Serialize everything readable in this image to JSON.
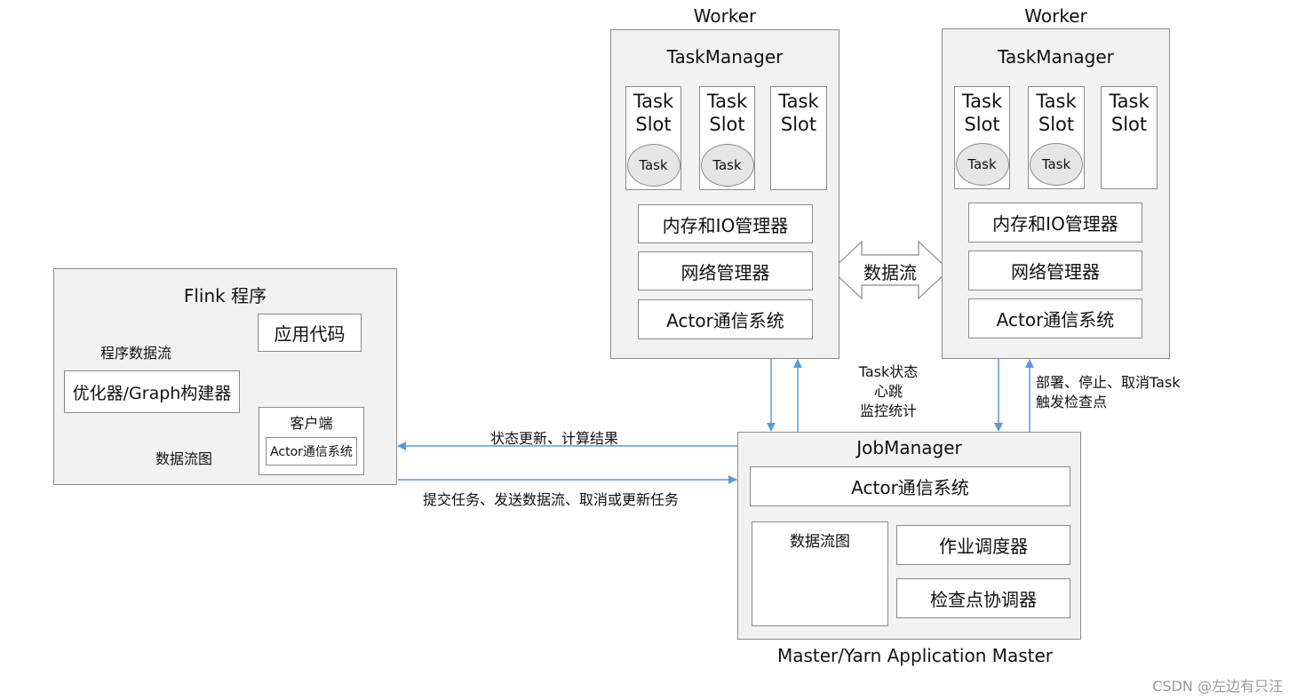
{
  "workers": [
    {
      "label": "Worker",
      "title": "TaskManager",
      "slots": [
        {
          "label": "Task\nSlot",
          "task": "Task"
        },
        {
          "label": "Task\nSlot",
          "task": "Task"
        },
        {
          "label": "Task\nSlot",
          "task": ""
        }
      ],
      "modules": [
        "内存和IO管理器",
        "网络管理器",
        "Actor通信系统"
      ]
    },
    {
      "label": "Worker",
      "title": "TaskManager",
      "slots": [
        {
          "label": "Task\nSlot",
          "task": "Task"
        },
        {
          "label": "Task\nSlot",
          "task": "Task"
        },
        {
          "label": "Task\nSlot",
          "task": ""
        }
      ],
      "modules": [
        "内存和IO管理器",
        "网络管理器",
        "Actor通信系统"
      ]
    }
  ],
  "data_stream_arrow": "数据流",
  "tm_jm_messages": [
    "Task状态",
    "心跳",
    "监控统计"
  ],
  "jm_tm_messages": [
    "部署、停止、取消Task",
    "触发检查点"
  ],
  "flink": {
    "title": "Flink 程序",
    "app_code": "应用代码",
    "program_dataflow": "程序数据流",
    "optimizer": "优化器/Graph构建器",
    "dataflow_graph": "数据流图",
    "client_title": "客户端",
    "client_actor": "Actor通信系统"
  },
  "status_update": "状态更新、计算结果",
  "submit_job": "提交任务、发送数据流、取消或更新任务",
  "jobmanager": {
    "title": "JobManager",
    "actor": "Actor通信系统",
    "dataflow_graph": "数据流图",
    "scheduler": "作业调度器",
    "checkpoint": "检查点协调器"
  },
  "master_label": "Master/Yarn Application Master",
  "watermark": "CSDN @左边有只汪",
  "colors": {
    "arrow_blue": "#5b9bd5",
    "panel_bg": "#f2f2f2",
    "border": "#8a8a8a"
  }
}
